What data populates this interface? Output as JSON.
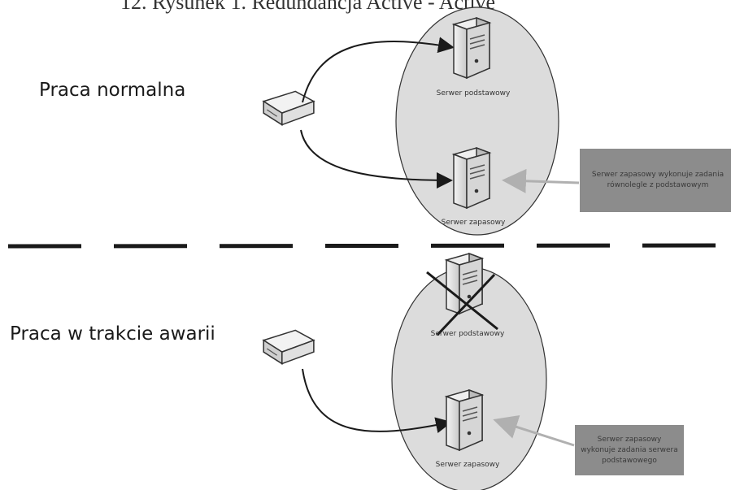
{
  "caption": "12. Rysunek 1. Redundancja Active - Active",
  "sections": {
    "normal": {
      "label": "Praca normalna",
      "primary_server": "Serwer podstawowy",
      "backup_server": "Serwer zapasowy",
      "note": "Serwer zapasowy wykonuje zadania równolegle z podstawowym"
    },
    "failure": {
      "label": "Praca w trakcie awarii",
      "primary_server": "Serwer podstawowy",
      "backup_server": "Serwer zapasowy",
      "note": "Serwer zapasowy wykonuje zadania serwera podstawowego"
    }
  },
  "colors": {
    "ellipse_fill": "#dcdcdc",
    "note_fill": "#8c8c8c",
    "line": "#1a1a1a",
    "pointer_arrow": "#b0b0b0"
  },
  "icons": [
    "router-icon",
    "server-icon",
    "failed-cross-icon"
  ]
}
